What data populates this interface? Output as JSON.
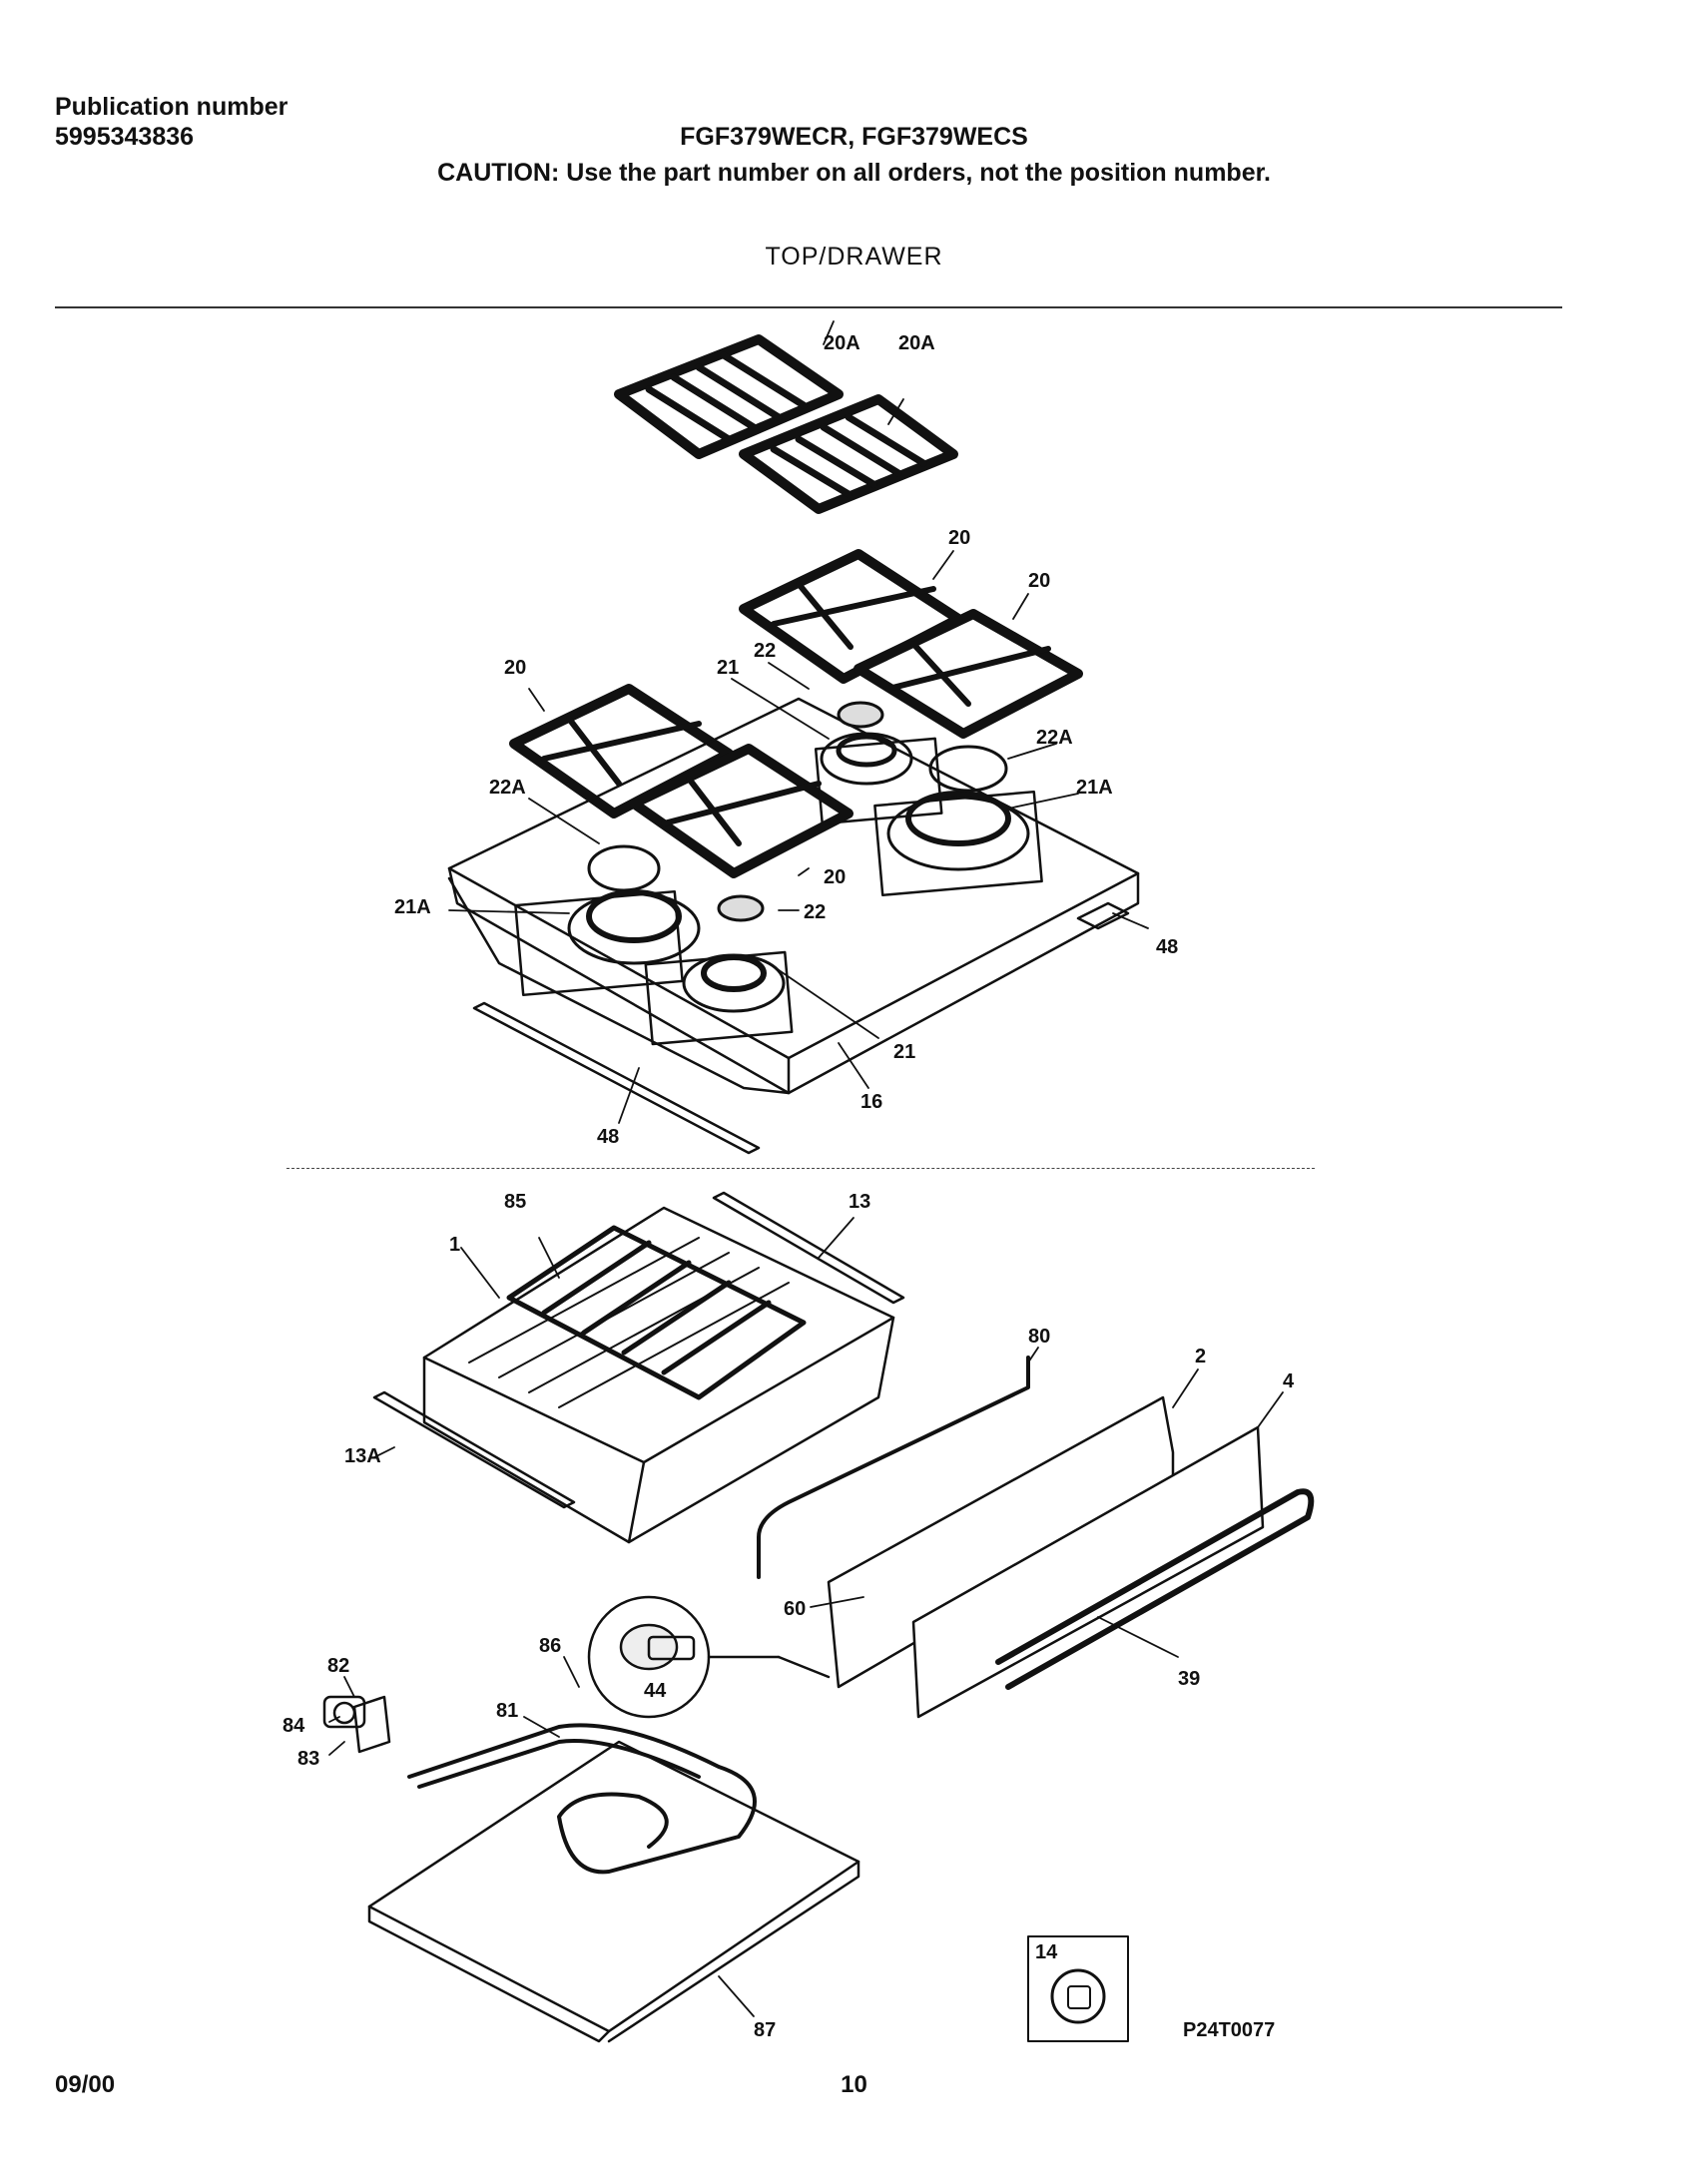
{
  "header": {
    "publication_label": "Publication number",
    "publication_number": "5995343836",
    "models": "FGF379WECR, FGF379WECS",
    "caution": "CAUTION:  Use the part number on all orders, not the position number."
  },
  "section_title": "TOP/DRAWER",
  "parts": {
    "p20A_a": "20A",
    "p20A_b": "20A",
    "p20_a": "20",
    "p20_b": "20",
    "p20_c": "20",
    "p20_d": "20",
    "p22_a": "22",
    "p22_b": "22",
    "p21_a": "21",
    "p21_b": "21",
    "p22A_a": "22A",
    "p22A_b": "22A",
    "p21A_a": "21A",
    "p21A_b": "21A",
    "p48_a": "48",
    "p48_b": "48",
    "p16": "16",
    "p85": "85",
    "p13": "13",
    "p1": "1",
    "p13A": "13A",
    "p80": "80",
    "p2": "2",
    "p4": "4",
    "p60": "60",
    "p86": "86",
    "p44": "44",
    "p39": "39",
    "p82": "82",
    "p84": "84",
    "p83": "83",
    "p81": "81",
    "p87": "87",
    "p14": "14"
  },
  "figure_code": "P24T0077",
  "footer": {
    "date": "09/00",
    "page": "10"
  }
}
